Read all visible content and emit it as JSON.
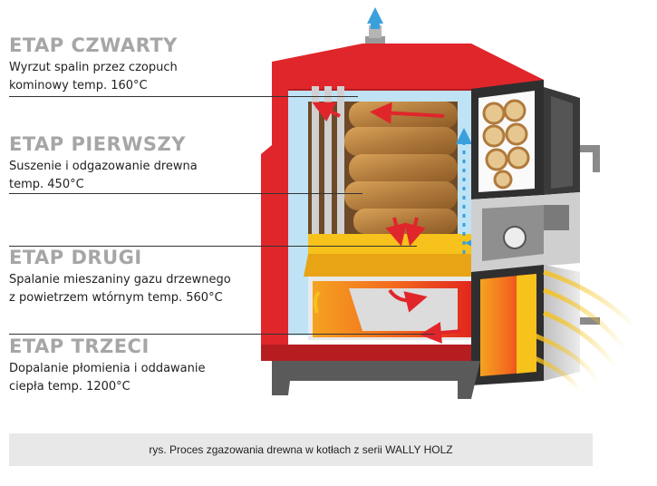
{
  "stages": [
    {
      "title": "ETAP CZWARTY",
      "lines": [
        "Wyrzut spalin przez czopuch",
        "kominowy temp. 160°C"
      ]
    },
    {
      "title": "ETAP PIERWSZY",
      "lines": [
        "Suszenie i odgazowanie drewna",
        "temp. 450°C"
      ]
    },
    {
      "title": "ETAP DRUGI",
      "lines": [
        "Spalanie mieszaniny gazu drzewnego",
        "z powietrzem wtórnym temp. 560°C"
      ]
    },
    {
      "title": "ETAP TRZECI",
      "lines": [
        "Dopalanie płomienia i oddawanie",
        "ciepła temp. 1200°C"
      ]
    }
  ],
  "caption": "rys. Proces zgazowania drewna w kotłach z serii WALLY HOLZ",
  "colors": {
    "boiler_red": "#e0262b",
    "jacket_blue": "#bfe3f5",
    "steel_grey": "#8a8a8a",
    "flame_yellow": "#f6c21b",
    "wood_brown": "#b07a3c",
    "label_grey": "#a6a6a6"
  }
}
